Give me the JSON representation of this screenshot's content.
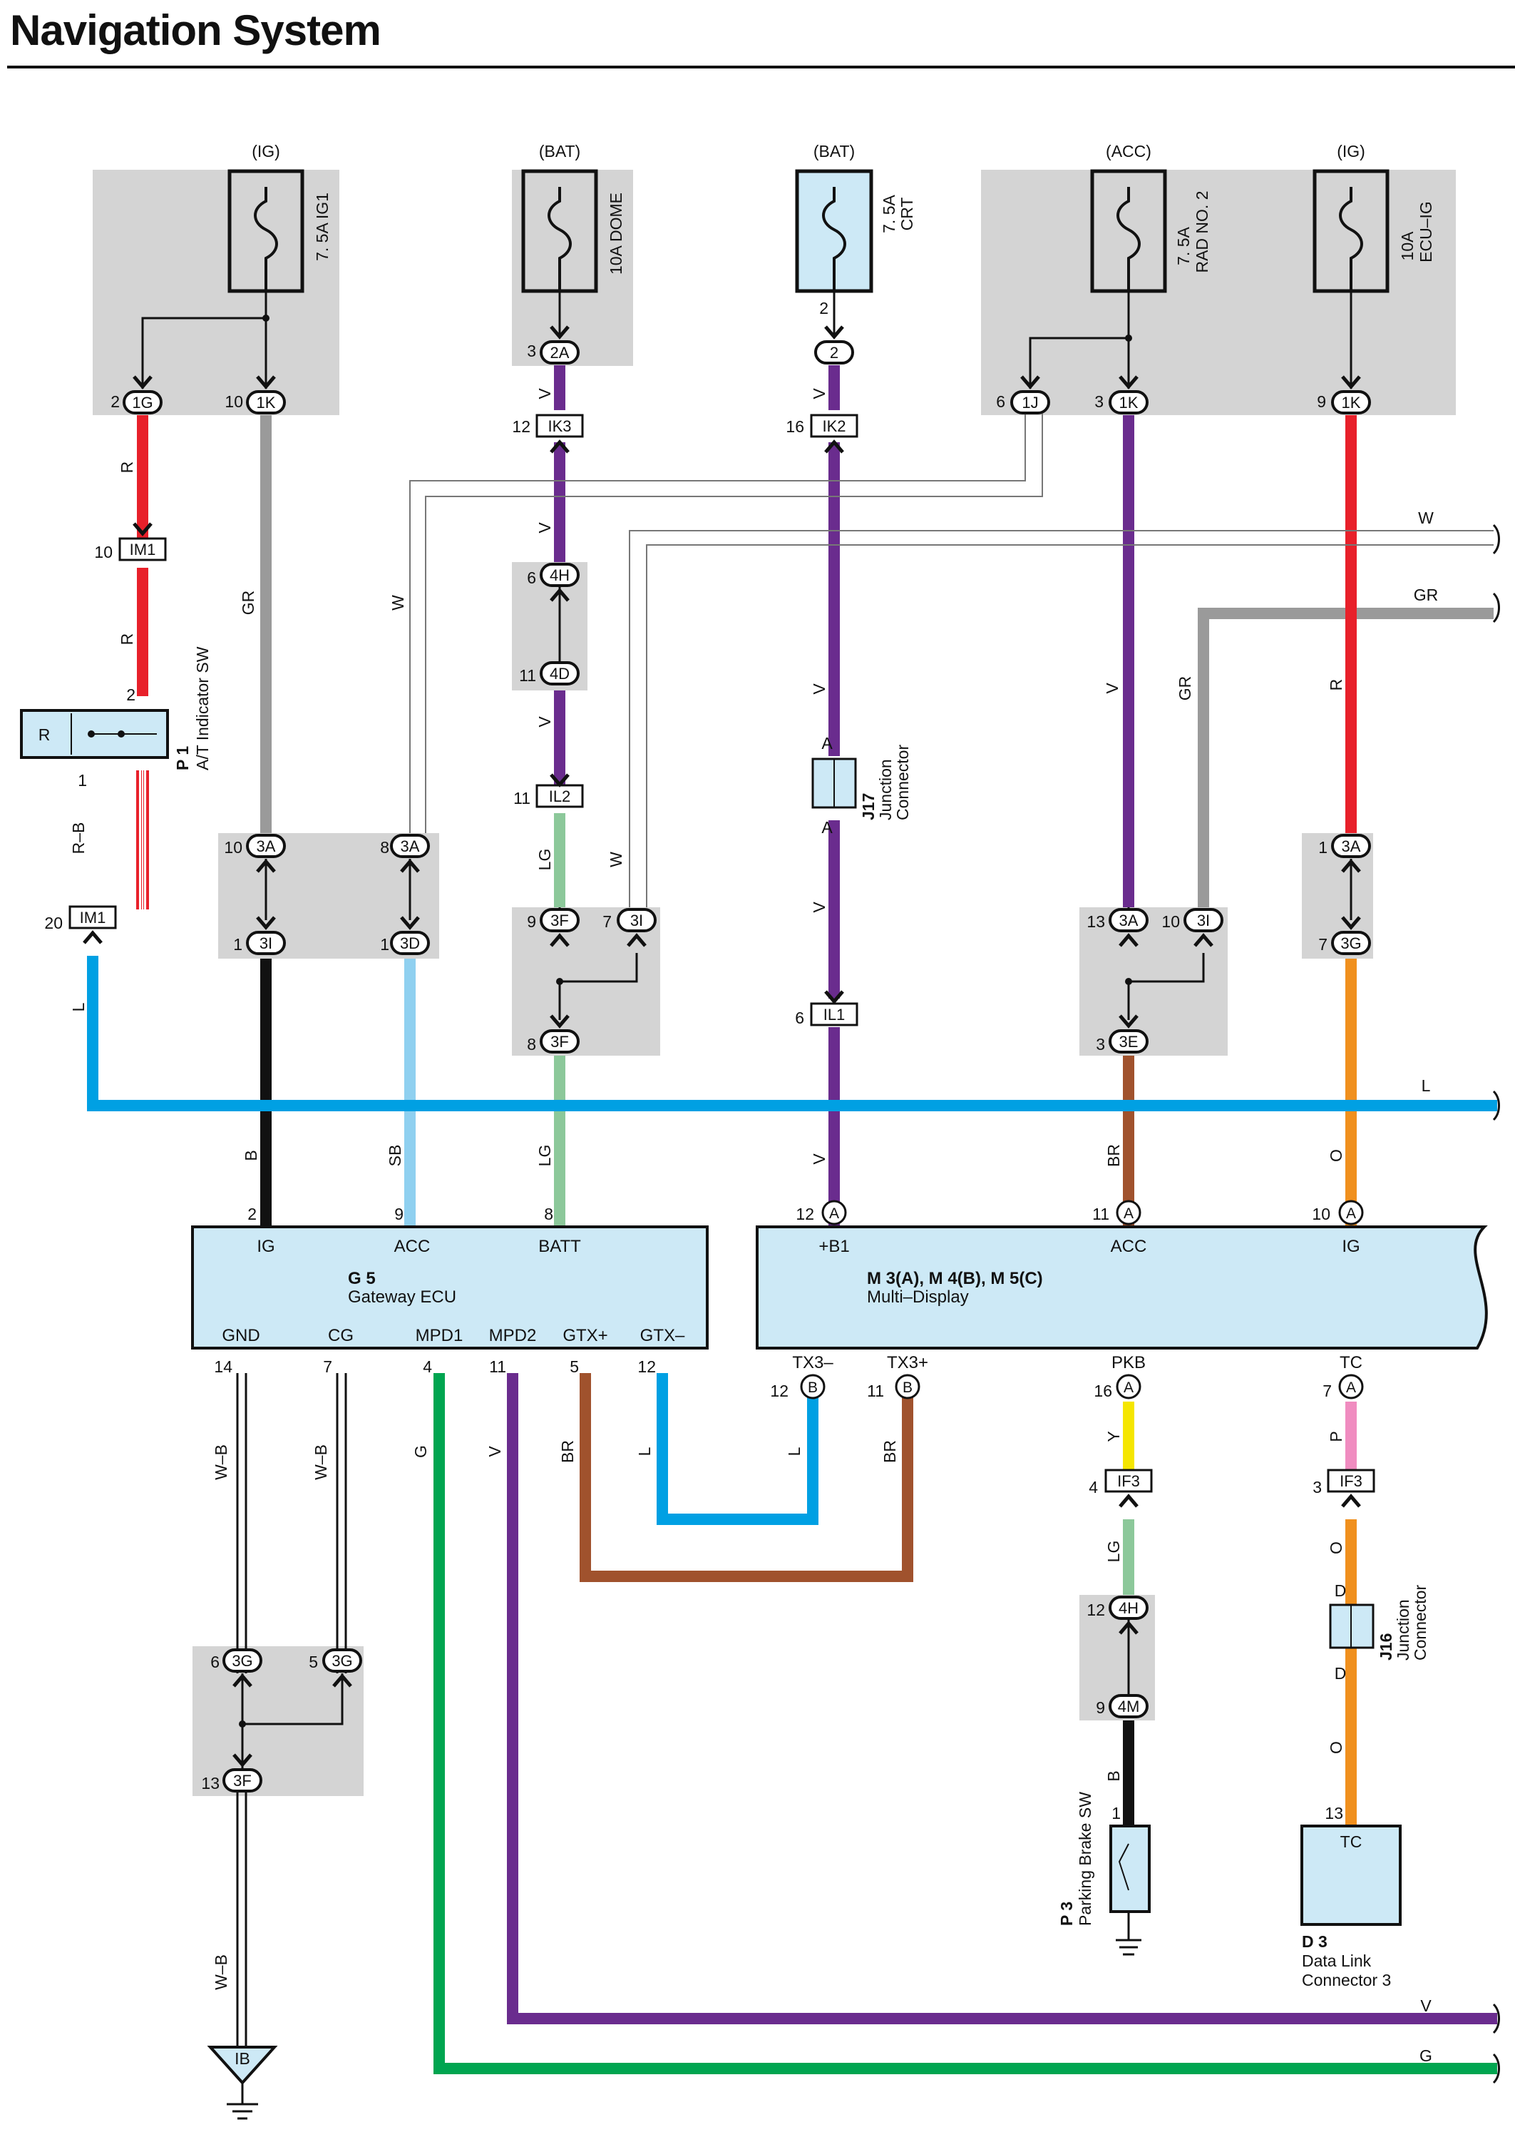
{
  "title": "Navigation System",
  "colors": {
    "red": "#e8202a",
    "gray": "#9a9a9a",
    "purple": "#6a2c8e",
    "lightgreen": "#8cc89a",
    "black": "#111111",
    "lightblue": "#8fd0f0",
    "blue": "#00a0e3",
    "brown": "#a0522d",
    "orange": "#f0901e",
    "yellow": "#f5e600",
    "pink": "#f08cc0",
    "green": "#00a550",
    "panel": "#d4d4d4",
    "box": "#cde9f6"
  },
  "fuses": [
    {
      "supply": "(IG)",
      "rating": "7. 5A IG1"
    },
    {
      "supply": "(BAT)",
      "rating": "10A DOME"
    },
    {
      "supply": "(BAT)",
      "rating": "7. 5A",
      "name": "CRT"
    },
    {
      "supply": "(ACC)",
      "rating": "7. 5A",
      "name": "RAD NO. 2"
    },
    {
      "supply": "(IG)",
      "rating": "10A",
      "name": "ECU–IG"
    }
  ],
  "connectors": {
    "c1G": "1G",
    "c1K": "1K",
    "c2A": "2A",
    "c2": "2",
    "c1J": "1J",
    "c1Kb": "1K",
    "c1Kc": "1K",
    "cIK3": "IK3",
    "cIK2": "IK2",
    "cIM1a": "IM1",
    "cIM1b": "IM1",
    "c4H": "4H",
    "c4D": "4D",
    "cIL2": "IL2",
    "cIL1": "IL1",
    "c3Aa": "3A",
    "c3Ab": "3A",
    "c3Ia": "3I",
    "c3D": "3D",
    "c3Fa": "3F",
    "c3Ib": "3I",
    "c3Fb": "3F",
    "c3Ac": "3A",
    "c3Ic": "3I",
    "c3E": "3E",
    "c3Ad": "3A",
    "c3G": "3G",
    "cA12": "A",
    "cA11": "A",
    "cA10": "A",
    "cB12": "B",
    "cB11": "B",
    "cA16": "A",
    "cA7": "A",
    "cIF3a": "IF3",
    "cIF3b": "IF3",
    "c4Hb": "4H",
    "c4M": "4M",
    "c3Ga": "3G",
    "c3Gb": "3G",
    "c3Fc": "3F"
  },
  "pins": {
    "p2": "2",
    "p10": "10",
    "p3": "3",
    "p2b": "2",
    "p6": "6",
    "p3b": "3",
    "p9": "9",
    "p12": "12",
    "p16": "16",
    "p10b": "10",
    "p2c": "2",
    "p1": "1",
    "p20": "20",
    "p6b": "6",
    "p11": "11",
    "p11b": "11",
    "p10c": "10",
    "p8": "8",
    "p1b": "1",
    "p1c": "1",
    "p9b": "9",
    "p7": "7",
    "p8b": "8",
    "p13": "13",
    "p10d": "10",
    "p3c": "3",
    "p1d": "1",
    "p7b": "7",
    "p6c": "6",
    "g2": "2",
    "g9": "9",
    "g8": "8",
    "m12": "12",
    "m11": "11",
    "m10": "10",
    "g14": "14",
    "g7": "7",
    "g4": "4",
    "g11": "11",
    "g5": "5",
    "g12": "12",
    "m12b": "12",
    "m11b": "11",
    "m16": "16",
    "m7": "7",
    "p4": "4",
    "p3d": "3",
    "p12b": "12",
    "p9c": "9",
    "p1e": "1",
    "p13b": "13",
    "p6d": "6",
    "p5": "5",
    "p13c": "13"
  },
  "wires": {
    "R": "R",
    "GR": "GR",
    "W": "W",
    "V": "V",
    "Rb": "R",
    "Rc": "R",
    "RB": "R–B",
    "L": "L",
    "Vb": "V",
    "Vc": "V",
    "LG": "LG",
    "Wb": "W",
    "Vd": "V",
    "Ve": "V",
    "Vf": "V",
    "Vg": "V",
    "Wr": "W",
    "GRr": "GR",
    "GRb": "GR",
    "Vh": "V",
    "Rd": "R",
    "Lr": "L",
    "B": "B",
    "SB": "SB",
    "LGb": "LG",
    "Vi": "V",
    "BR": "BR",
    "O": "O",
    "WB1": "W–B",
    "WB2": "W–B",
    "G": "G",
    "Vj": "V",
    "BRb": "BR",
    "Lb": "L",
    "Lc": "L",
    "BRc": "BR",
    "Y": "Y",
    "P": "P",
    "LGc": "LG",
    "Ob": "O",
    "Bb": "B",
    "Oc": "O",
    "WB3": "W–B",
    "Vr": "V",
    "Gr": "G"
  },
  "junctions": {
    "j17": {
      "id": "J17",
      "name1": "Junction",
      "name2": "Connector",
      "pin": "A",
      "pin2": "A"
    },
    "j16": {
      "id": "J16",
      "name1": "Junction",
      "name2": "Connector",
      "pin": "D",
      "pin2": "D"
    }
  },
  "components": {
    "p1": {
      "id": "P 1",
      "name": "A/T Indicator SW",
      "label": "R"
    },
    "g5": {
      "id": "G 5",
      "name": "Gateway ECU",
      "t_ig": "IG",
      "t_acc": "ACC",
      "t_batt": "BATT",
      "t_gnd": "GND",
      "t_cg": "CG",
      "t_mpd1": "MPD1",
      "t_mpd2": "MPD2",
      "t_gtxp": "GTX+",
      "t_gtxm": "GTX–"
    },
    "md": {
      "id": "M 3(A), M 4(B), M 5(C)",
      "name": "Multi–Display",
      "t_b1": "+B1",
      "t_acc": "ACC",
      "t_ig": "IG",
      "t_tx3m": "TX3–",
      "t_tx3p": "TX3+",
      "t_pkb": "PKB",
      "t_tc": "TC"
    },
    "p3": {
      "id": "P 3",
      "name": "Parking Brake SW"
    },
    "d3": {
      "id": "D 3",
      "name1": "Data Link",
      "name2": "Connector 3",
      "label": "TC"
    },
    "ground": {
      "label": "IB"
    }
  }
}
